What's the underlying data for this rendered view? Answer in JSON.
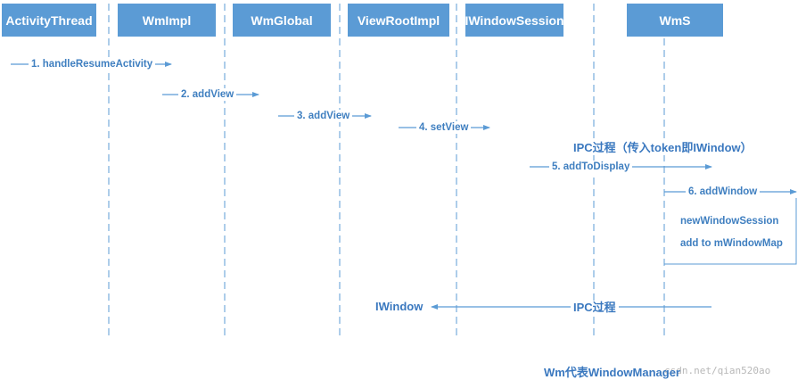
{
  "lifelines": [
    {
      "id": "activity-thread",
      "label": "ActivityThread"
    },
    {
      "id": "wmimpl",
      "label": "WmImpl"
    },
    {
      "id": "wmglobal",
      "label": "WmGlobal"
    },
    {
      "id": "viewrootimpl",
      "label": "ViewRootImpl"
    },
    {
      "id": "iwindowsession",
      "label": "IWindowSession"
    },
    {
      "id": "wms",
      "label": "WmS"
    }
  ],
  "messages": [
    {
      "label": "1. handleResumeActivity"
    },
    {
      "label": "2. addView"
    },
    {
      "label": "3. addView"
    },
    {
      "label": "4. setView"
    },
    {
      "label": "5. addToDisplay"
    },
    {
      "label": "6. addWindow"
    }
  ],
  "ipc_note": "IPC过程（传入token即IWindow）",
  "wms_box": {
    "line1": "newWindowSession",
    "line2": "add to mWindowMap"
  },
  "return_message": {
    "target": "IWindow",
    "label": "IPC过程"
  },
  "footer": {
    "caption": "Wm代表WindowManager",
    "watermark": "csdn.net/qian520ao"
  },
  "colors": {
    "header": "#5b9bd5",
    "line": "#5b9bd5",
    "text": "#3f7fc0"
  }
}
